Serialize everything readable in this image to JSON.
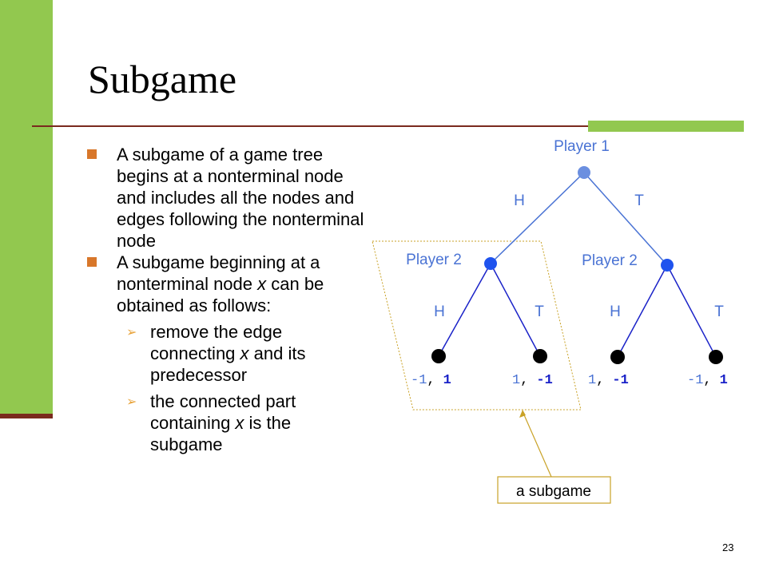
{
  "slide": {
    "title": "Subgame",
    "page_number": "23"
  },
  "bullets": {
    "b1": "A subgame of a game tree begins at a nonterminal node and includes all the nodes and edges following the nonterminal node",
    "b2_pre": "A subgame beginning at a nonterminal node ",
    "b2_x": "x",
    "b2_post": " can be obtained as follows:",
    "s1_pre": "remove the edge connecting ",
    "s1_x": "x",
    "s1_post": " and its predecessor",
    "s2_pre": "the connected part containing ",
    "s2_x": "x",
    "s2_post": " is the subgame"
  },
  "tree": {
    "root_label": "Player 1",
    "left_player_label": "Player 2",
    "right_player_label": "Player 2",
    "root_left_edge": "H",
    "root_right_edge": "T",
    "left_h": "H",
    "left_t": "T",
    "right_h": "H",
    "right_t": "T",
    "payoffs": [
      {
        "a": "-1",
        "b": "1"
      },
      {
        "a": "1",
        "b": "-1"
      },
      {
        "a": "1",
        "b": "-1"
      },
      {
        "a": "-1",
        "b": "1"
      }
    ],
    "payoff_separator": ",",
    "callout": "a subgame"
  },
  "colors": {
    "accent_green": "#92c84f",
    "rule_red": "#7a2a1e",
    "tree_blue": "#4a73d4",
    "edge_blue": "#1a22c8",
    "callout_border": "#c9a227",
    "bullet_orange": "#d8772a"
  }
}
